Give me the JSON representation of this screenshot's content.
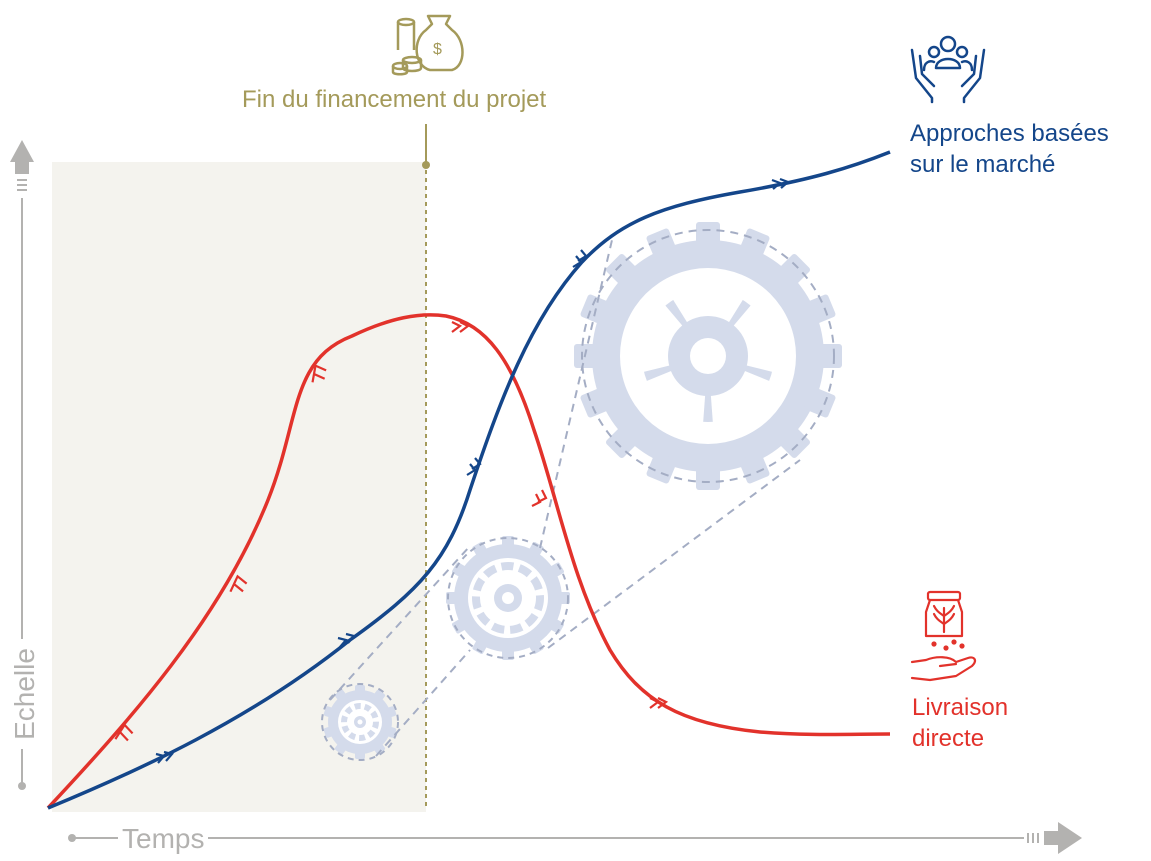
{
  "funding_end": {
    "label": "Fin du financement du projet",
    "icon": "money-bag-coins-icon"
  },
  "market_approach": {
    "line1": "Approches basées",
    "line2": "sur le marché",
    "icon": "hands-community-icon",
    "color": "#14468a"
  },
  "direct_delivery": {
    "line1": "Livraison",
    "line2": "directe",
    "icon": "hand-seeds-jar-icon",
    "color": "#e2322b"
  },
  "axes": {
    "x_label": "Temps",
    "y_label": "Echelle"
  },
  "colors": {
    "funded_period_bg": "#f4f3ee",
    "gear": "#d4dbeb",
    "gold": "#a49a5a",
    "axis": "#b3b2b0"
  },
  "gears": [
    "small-gear-icon",
    "medium-gear-icon",
    "large-gear-icon"
  ]
}
